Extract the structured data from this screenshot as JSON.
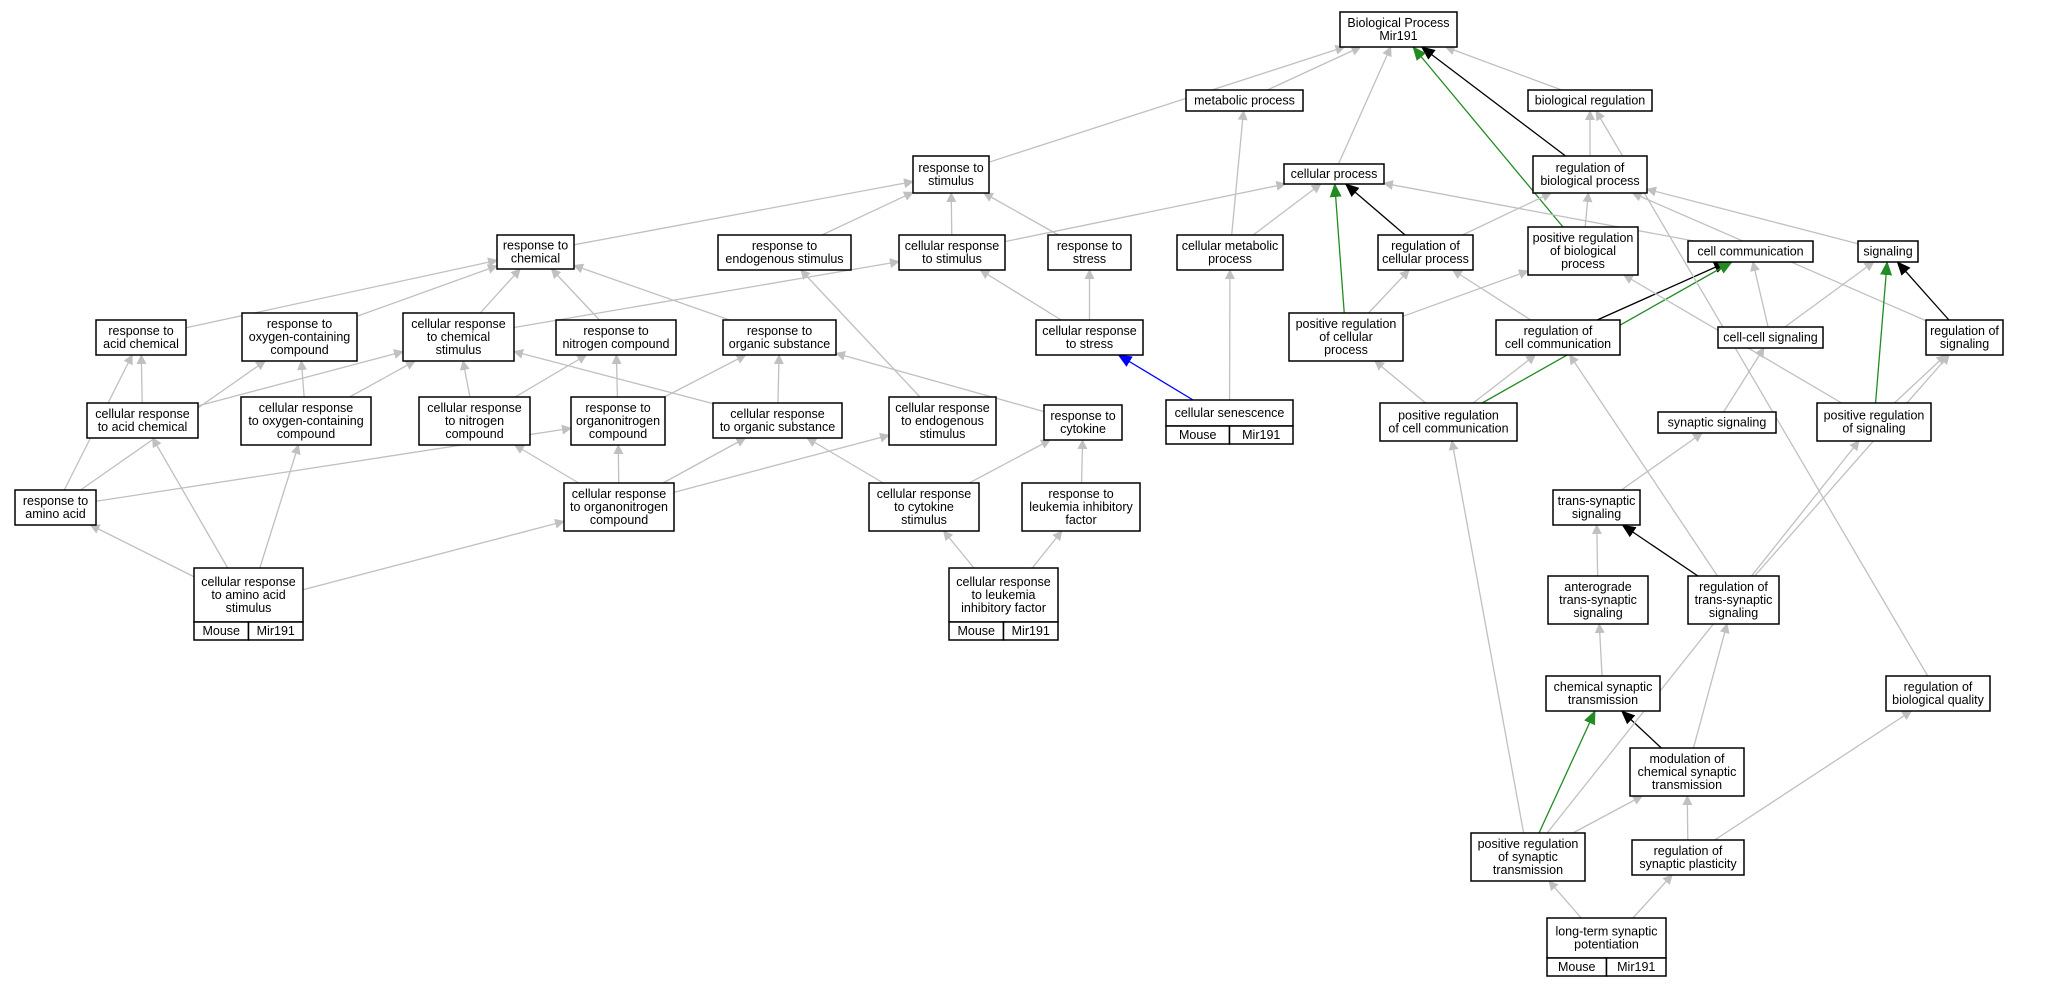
{
  "graph": {
    "colors": {
      "is_a": "#c0c0c0",
      "regulates": "#000000",
      "positively_regulates": "#228b22",
      "annotation": "#0000ff",
      "tag_fill": "#add8e6"
    },
    "nodes": [
      {
        "id": "bp",
        "lines": [
          "Biological Process",
          "Mir191"
        ]
      },
      {
        "id": "metabolic",
        "lines": [
          "metabolic process"
        ]
      },
      {
        "id": "bioreg",
        "lines": [
          "biological regulation"
        ]
      },
      {
        "id": "cellproc",
        "lines": [
          "cellular process"
        ]
      },
      {
        "id": "regbio",
        "lines": [
          "regulation of",
          "biological process"
        ]
      },
      {
        "id": "respstim",
        "lines": [
          "response to",
          "stimulus"
        ]
      },
      {
        "id": "respchem",
        "lines": [
          "response to",
          "chemical"
        ]
      },
      {
        "id": "respendo",
        "lines": [
          "response to",
          "endogenous stimulus"
        ]
      },
      {
        "id": "cellrespstim",
        "lines": [
          "cellular response",
          "to stimulus"
        ]
      },
      {
        "id": "respstress",
        "lines": [
          "response to",
          "stress"
        ]
      },
      {
        "id": "cellmeta",
        "lines": [
          "cellular metabolic",
          "process"
        ]
      },
      {
        "id": "regcell",
        "lines": [
          "regulation of",
          "cellular process"
        ]
      },
      {
        "id": "posregbio",
        "lines": [
          "positive regulation",
          "of biological",
          "process"
        ]
      },
      {
        "id": "cellcomm",
        "lines": [
          "cell communication"
        ]
      },
      {
        "id": "signaling",
        "lines": [
          "signaling"
        ]
      },
      {
        "id": "respacid",
        "lines": [
          "response to",
          "acid chemical"
        ]
      },
      {
        "id": "respoxy",
        "lines": [
          "response to",
          "oxygen-containing",
          "compound"
        ]
      },
      {
        "id": "cellrespchem",
        "lines": [
          "cellular response",
          "to chemical",
          "stimulus"
        ]
      },
      {
        "id": "respnitro",
        "lines": [
          "response to",
          "nitrogen compound"
        ]
      },
      {
        "id": "resporg",
        "lines": [
          "response to",
          "organic substance"
        ]
      },
      {
        "id": "cellrespstress",
        "lines": [
          "cellular response",
          "to stress"
        ]
      },
      {
        "id": "posregcell",
        "lines": [
          "positive regulation",
          "of cellular",
          "process"
        ]
      },
      {
        "id": "regcellcomm",
        "lines": [
          "regulation of",
          "cell communication"
        ]
      },
      {
        "id": "cellcell",
        "lines": [
          "cell-cell signaling"
        ]
      },
      {
        "id": "regsig",
        "lines": [
          "regulation of",
          "signaling"
        ]
      },
      {
        "id": "cellrespacid",
        "lines": [
          "cellular response",
          "to acid chemical"
        ]
      },
      {
        "id": "cellrespoxy",
        "lines": [
          "cellular response",
          "to oxygen-containing",
          "compound"
        ]
      },
      {
        "id": "cellrespnitro",
        "lines": [
          "cellular response",
          "to nitrogen",
          "compound"
        ]
      },
      {
        "id": "resporgn",
        "lines": [
          "response to",
          "organonitrogen",
          "compound"
        ]
      },
      {
        "id": "cellresporg",
        "lines": [
          "cellular response",
          "to organic substance"
        ]
      },
      {
        "id": "cellrespendo",
        "lines": [
          "cellular response",
          "to endogenous",
          "stimulus"
        ]
      },
      {
        "id": "respcyto",
        "lines": [
          "response to",
          "cytokine"
        ]
      },
      {
        "id": "senescence",
        "lines": [
          "cellular senescence"
        ],
        "tags": [
          "Mouse",
          "Mir191"
        ]
      },
      {
        "id": "posregcellcomm",
        "lines": [
          "positive regulation",
          "of cell communication"
        ]
      },
      {
        "id": "synsig",
        "lines": [
          "synaptic signaling"
        ]
      },
      {
        "id": "posregsig",
        "lines": [
          "positive regulation",
          "of signaling"
        ]
      },
      {
        "id": "respamino",
        "lines": [
          "response to",
          "amino acid"
        ]
      },
      {
        "id": "cellresporgn",
        "lines": [
          "cellular response",
          "to organonitrogen",
          "compound"
        ]
      },
      {
        "id": "cellrespcyto",
        "lines": [
          "cellular response",
          "to cytokine",
          "stimulus"
        ]
      },
      {
        "id": "respleuk",
        "lines": [
          "response to",
          "leukemia inhibitory",
          "factor"
        ]
      },
      {
        "id": "transsyn",
        "lines": [
          "trans-synaptic",
          "signaling"
        ]
      },
      {
        "id": "cellrespamino",
        "lines": [
          "cellular response",
          "to amino acid",
          "stimulus"
        ],
        "tags": [
          "Mouse",
          "Mir191"
        ]
      },
      {
        "id": "cellrespleuk",
        "lines": [
          "cellular response",
          "to leukemia",
          "inhibitory factor"
        ],
        "tags": [
          "Mouse",
          "Mir191"
        ]
      },
      {
        "id": "antero",
        "lines": [
          "anterograde",
          "trans-synaptic",
          "signaling"
        ]
      },
      {
        "id": "regtrans",
        "lines": [
          "regulation of",
          "trans-synaptic",
          "signaling"
        ]
      },
      {
        "id": "chemsyn",
        "lines": [
          "chemical synaptic",
          "transmission"
        ]
      },
      {
        "id": "regbioqual",
        "lines": [
          "regulation of",
          "biological quality"
        ]
      },
      {
        "id": "modchem",
        "lines": [
          "modulation of",
          "chemical synaptic",
          "transmission"
        ]
      },
      {
        "id": "posregsyn",
        "lines": [
          "positive regulation",
          "of synaptic",
          "transmission"
        ]
      },
      {
        "id": "regplast",
        "lines": [
          "regulation of",
          "synaptic plasticity"
        ]
      },
      {
        "id": "ltp",
        "lines": [
          "long-term synaptic",
          "potentiation"
        ],
        "tags": [
          "Mouse",
          "Mir191"
        ]
      }
    ],
    "edges": [
      {
        "from": "metabolic",
        "to": "bp",
        "type": "is_a"
      },
      {
        "from": "bioreg",
        "to": "bp",
        "type": "is_a"
      },
      {
        "from": "cellproc",
        "to": "bp",
        "type": "is_a"
      },
      {
        "from": "regbio",
        "to": "bp",
        "type": "regulates"
      },
      {
        "from": "respstim",
        "to": "bp",
        "type": "is_a"
      },
      {
        "from": "posregbio",
        "to": "bp",
        "type": "positively_regulates"
      },
      {
        "from": "regbio",
        "to": "bioreg",
        "type": "is_a"
      },
      {
        "from": "respchem",
        "to": "respstim",
        "type": "is_a"
      },
      {
        "from": "respendo",
        "to": "respstim",
        "type": "is_a"
      },
      {
        "from": "cellrespstim",
        "to": "respstim",
        "type": "is_a"
      },
      {
        "from": "respstress",
        "to": "respstim",
        "type": "is_a"
      },
      {
        "from": "cellrespstim",
        "to": "cellproc",
        "type": "is_a"
      },
      {
        "from": "cellmeta",
        "to": "cellproc",
        "type": "is_a"
      },
      {
        "from": "cellmeta",
        "to": "metabolic",
        "type": "is_a"
      },
      {
        "from": "regcell",
        "to": "cellproc",
        "type": "regulates"
      },
      {
        "from": "regcell",
        "to": "regbio",
        "type": "is_a"
      },
      {
        "from": "posregbio",
        "to": "regbio",
        "type": "is_a"
      },
      {
        "from": "cellcomm",
        "to": "cellproc",
        "type": "is_a"
      },
      {
        "from": "signaling",
        "to": "regbio",
        "type": "is_a"
      },
      {
        "from": "regsig",
        "to": "regbio",
        "type": "is_a"
      },
      {
        "from": "respacid",
        "to": "respchem",
        "type": "is_a"
      },
      {
        "from": "respoxy",
        "to": "respchem",
        "type": "is_a"
      },
      {
        "from": "cellrespchem",
        "to": "respchem",
        "type": "is_a"
      },
      {
        "from": "respnitro",
        "to": "respchem",
        "type": "is_a"
      },
      {
        "from": "resporg",
        "to": "respchem",
        "type": "is_a"
      },
      {
        "from": "cellrespchem",
        "to": "cellrespstim",
        "type": "is_a"
      },
      {
        "from": "cellrespstress",
        "to": "cellrespstim",
        "type": "is_a"
      },
      {
        "from": "cellrespstress",
        "to": "respstress",
        "type": "is_a"
      },
      {
        "from": "senescence",
        "to": "cellmeta",
        "type": "is_a"
      },
      {
        "from": "senescence",
        "to": "cellrespstress",
        "type": "annotation"
      },
      {
        "from": "posregcell",
        "to": "cellproc",
        "type": "positively_regulates"
      },
      {
        "from": "posregcell",
        "to": "regcell",
        "type": "is_a"
      },
      {
        "from": "posregcell",
        "to": "posregbio",
        "type": "is_a"
      },
      {
        "from": "regcellcomm",
        "to": "cellcomm",
        "type": "regulates"
      },
      {
        "from": "regcellcomm",
        "to": "regcell",
        "type": "is_a"
      },
      {
        "from": "cellcell",
        "to": "cellcomm",
        "type": "is_a"
      },
      {
        "from": "cellcell",
        "to": "signaling",
        "type": "is_a"
      },
      {
        "from": "regsig",
        "to": "signaling",
        "type": "regulates"
      },
      {
        "from": "cellrespacid",
        "to": "respacid",
        "type": "is_a"
      },
      {
        "from": "cellrespacid",
        "to": "cellrespchem",
        "type": "is_a"
      },
      {
        "from": "cellrespoxy",
        "to": "respoxy",
        "type": "is_a"
      },
      {
        "from": "cellrespoxy",
        "to": "cellrespchem",
        "type": "is_a"
      },
      {
        "from": "cellrespnitro",
        "to": "respnitro",
        "type": "is_a"
      },
      {
        "from": "cellrespnitro",
        "to": "cellrespchem",
        "type": "is_a"
      },
      {
        "from": "resporgn",
        "to": "respnitro",
        "type": "is_a"
      },
      {
        "from": "resporgn",
        "to": "resporg",
        "type": "is_a"
      },
      {
        "from": "cellresporg",
        "to": "resporg",
        "type": "is_a"
      },
      {
        "from": "cellresporg",
        "to": "cellrespchem",
        "type": "is_a"
      },
      {
        "from": "cellrespendo",
        "to": "respendo",
        "type": "is_a"
      },
      {
        "from": "respcyto",
        "to": "resporg",
        "type": "is_a"
      },
      {
        "from": "posregcellcomm",
        "to": "cellcomm",
        "type": "positively_regulates"
      },
      {
        "from": "posregcellcomm",
        "to": "regcellcomm",
        "type": "is_a"
      },
      {
        "from": "posregcellcomm",
        "to": "posregcell",
        "type": "is_a"
      },
      {
        "from": "synsig",
        "to": "cellcell",
        "type": "is_a"
      },
      {
        "from": "posregsig",
        "to": "signaling",
        "type": "positively_regulates"
      },
      {
        "from": "posregsig",
        "to": "regsig",
        "type": "is_a"
      },
      {
        "from": "posregsig",
        "to": "posregbio",
        "type": "is_a"
      },
      {
        "from": "respamino",
        "to": "respacid",
        "type": "is_a"
      },
      {
        "from": "respamino",
        "to": "respoxy",
        "type": "is_a"
      },
      {
        "from": "respamino",
        "to": "resporgn",
        "type": "is_a"
      },
      {
        "from": "cellresporgn",
        "to": "resporgn",
        "type": "is_a"
      },
      {
        "from": "cellresporgn",
        "to": "cellrespnitro",
        "type": "is_a"
      },
      {
        "from": "cellresporgn",
        "to": "cellresporg",
        "type": "is_a"
      },
      {
        "from": "cellresporgn",
        "to": "cellrespendo",
        "type": "is_a"
      },
      {
        "from": "cellrespcyto",
        "to": "respcyto",
        "type": "is_a"
      },
      {
        "from": "cellrespcyto",
        "to": "cellresporg",
        "type": "is_a"
      },
      {
        "from": "respleuk",
        "to": "respcyto",
        "type": "is_a"
      },
      {
        "from": "transsyn",
        "to": "synsig",
        "type": "is_a"
      },
      {
        "from": "cellrespamino",
        "to": "respamino",
        "type": "is_a"
      },
      {
        "from": "cellrespamino",
        "to": "cellrespacid",
        "type": "is_a"
      },
      {
        "from": "cellrespamino",
        "to": "cellrespoxy",
        "type": "is_a"
      },
      {
        "from": "cellrespamino",
        "to": "cellresporgn",
        "type": "is_a"
      },
      {
        "from": "cellrespleuk",
        "to": "cellrespcyto",
        "type": "is_a"
      },
      {
        "from": "cellrespleuk",
        "to": "respleuk",
        "type": "is_a"
      },
      {
        "from": "antero",
        "to": "transsyn",
        "type": "is_a"
      },
      {
        "from": "regtrans",
        "to": "transsyn",
        "type": "regulates"
      },
      {
        "from": "regtrans",
        "to": "regcellcomm",
        "type": "is_a"
      },
      {
        "from": "regtrans",
        "to": "regsig",
        "type": "is_a"
      },
      {
        "from": "chemsyn",
        "to": "antero",
        "type": "is_a"
      },
      {
        "from": "regbioqual",
        "to": "bioreg",
        "type": "is_a"
      },
      {
        "from": "modchem",
        "to": "chemsyn",
        "type": "regulates"
      },
      {
        "from": "modchem",
        "to": "regtrans",
        "type": "is_a"
      },
      {
        "from": "posregsyn",
        "to": "chemsyn",
        "type": "positively_regulates"
      },
      {
        "from": "posregsyn",
        "to": "modchem",
        "type": "is_a"
      },
      {
        "from": "posregsyn",
        "to": "posregcellcomm",
        "type": "is_a"
      },
      {
        "from": "posregsyn",
        "to": "posregsig",
        "type": "is_a"
      },
      {
        "from": "regplast",
        "to": "modchem",
        "type": "is_a"
      },
      {
        "from": "regplast",
        "to": "regbioqual",
        "type": "is_a"
      },
      {
        "from": "ltp",
        "to": "posregsyn",
        "type": "is_a"
      },
      {
        "from": "ltp",
        "to": "regplast",
        "type": "is_a"
      }
    ]
  }
}
